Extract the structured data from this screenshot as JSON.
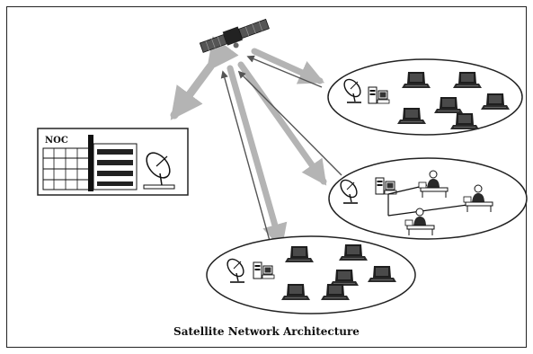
{
  "noc": {
    "label": "NOC"
  },
  "caption": "Satellite Network Architecture",
  "colors": {
    "outline": "#222222",
    "arrow": "#b4b4b4",
    "fill": "#ffffff",
    "dark": "#3a3a3a"
  },
  "icons": {
    "satellite": "satellite-icon",
    "building": "building-icon",
    "dish": "satellite-dish-icon",
    "server": "server-icon",
    "laptop": "laptop-icon",
    "person": "person-at-desk-icon"
  },
  "sites": [
    {
      "name": "remote-site-top",
      "laptops": 6,
      "desks": 0
    },
    {
      "name": "remote-site-middle",
      "laptops": 0,
      "desks": 3
    },
    {
      "name": "remote-site-bottom",
      "laptops": 6,
      "desks": 0
    }
  ]
}
